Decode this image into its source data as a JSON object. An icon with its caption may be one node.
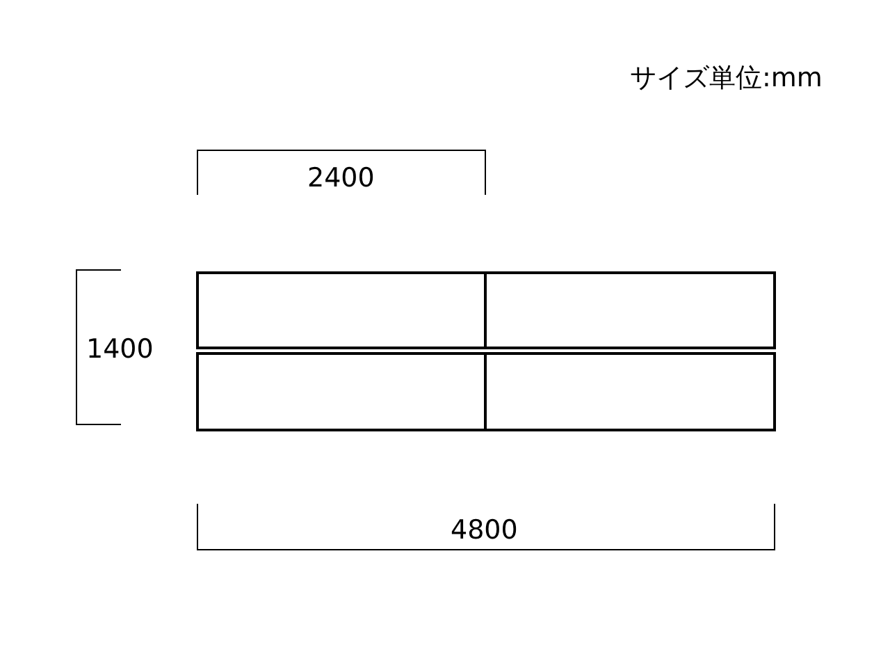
{
  "diagram": {
    "nodes": [
      {
        "text": [],
        "shape": "box"
      },
      {
        "text": [],
        "shape": "box"
      },
      {
        "text": [],
        "shape": "box"
      },
      {
        "text": [],
        "shape": "box"
      }
    ],
    "labels": [
      "サイズ単位:mm",
      "2400",
      "1400",
      "4800"
    ]
  }
}
